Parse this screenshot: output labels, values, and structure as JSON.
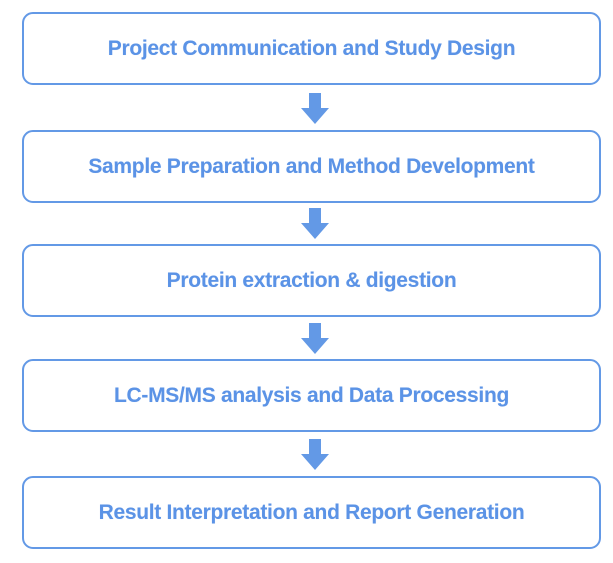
{
  "diagram": {
    "type": "vertical-flowchart",
    "colors": {
      "border": "#6399e6",
      "text": "#5b93e6",
      "arrow": "#6399e6",
      "background": "#ffffff"
    },
    "steps": [
      {
        "label": "Project Communication and Study Design"
      },
      {
        "label": "Sample Preparation and Method Development"
      },
      {
        "label": "Protein extraction & digestion"
      },
      {
        "label": "LC-MS/MS analysis and Data Processing"
      },
      {
        "label": "Result Interpretation and Report Generation"
      }
    ],
    "connectors": [
      {
        "from": 0,
        "to": 1,
        "icon": "arrow-down-icon"
      },
      {
        "from": 1,
        "to": 2,
        "icon": "arrow-down-icon"
      },
      {
        "from": 2,
        "to": 3,
        "icon": "arrow-down-icon"
      },
      {
        "from": 3,
        "to": 4,
        "icon": "arrow-down-icon"
      }
    ]
  }
}
